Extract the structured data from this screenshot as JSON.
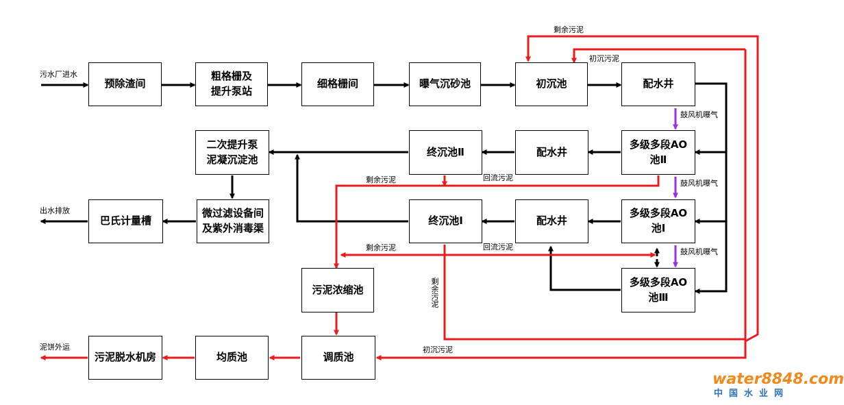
{
  "boxes": {
    "pre_screen": "预除渣间",
    "coarse_screen": "粗格栅及\n提升泵站",
    "fine_screen": "细格栅间",
    "aerated_grit": "曝气沉砂池",
    "primary_clarifier": "初沉池",
    "distribution_well_1": "配水井",
    "ao_tank_2": "多级多段AO\n池Ⅱ",
    "distribution_well_2": "配水井",
    "final_clarifier_2": "终沉池Ⅱ",
    "secondary_lift": "二次提升泵\n泥凝沉淀池",
    "microfilter_uv": "微过滤设备间\n及紫外消毒渠",
    "parshall_flume": "巴氏计量槽",
    "final_clarifier_1": "终沉池Ⅰ",
    "distribution_well_3": "配水井",
    "ao_tank_1": "多级多段AO\n池Ⅰ",
    "ao_tank_3": "多级多段AO\n池Ⅲ",
    "sludge_thickener": "污泥浓缩池",
    "conditioning_tank": "调质池",
    "equalization_tank": "均质池",
    "dewatering_room": "污泥脱水机房"
  },
  "labels": {
    "influent": "污水厂进水",
    "effluent": "出水排放",
    "cake_out": "泥饼外运",
    "excess_sludge": "剩余污泥",
    "primary_sludge": "初沉污泥",
    "return_sludge": "回流污泥",
    "blower_aeration": "鼓风机曝气"
  },
  "watermark": {
    "brand": "water8848.com",
    "subtitle": "中国水业网"
  },
  "colors": {
    "water_flow": "#000000",
    "sludge_flow": "#e81c1c",
    "air_flow": "#9b30d9",
    "logo_orange": "#f08a1c",
    "logo_blue": "#2f74b8"
  }
}
